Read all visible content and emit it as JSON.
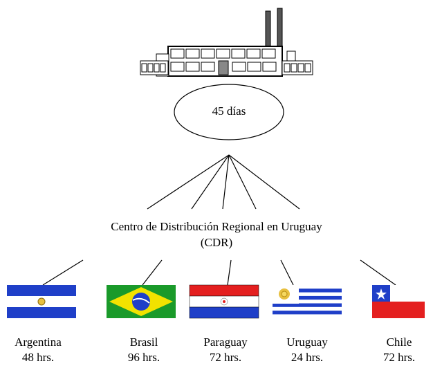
{
  "factory": {
    "icon": "factory-icon",
    "lead_time": "45 días"
  },
  "center": {
    "line1": "Centro de Distribución Regional en Uruguay",
    "line2": "(CDR)"
  },
  "countries": [
    {
      "name": "Argentina",
      "time": "48 hrs.",
      "flag": "argentina-flag"
    },
    {
      "name": "Brasil",
      "time": "96 hrs.",
      "flag": "brazil-flag"
    },
    {
      "name": "Paraguay",
      "time": "72 hrs.",
      "flag": "paraguay-flag"
    },
    {
      "name": "Uruguay",
      "time": "24 hrs.",
      "flag": "uruguay-flag"
    },
    {
      "name": "Chile",
      "time": "72 hrs.",
      "flag": "chile-flag"
    }
  ],
  "colors": {
    "flag_blue": "#1f3fc8",
    "brazil_green": "#1a9a2a",
    "brazil_yellow": "#f2e200",
    "red": "#e41f1f",
    "sun": "#e8c040"
  }
}
